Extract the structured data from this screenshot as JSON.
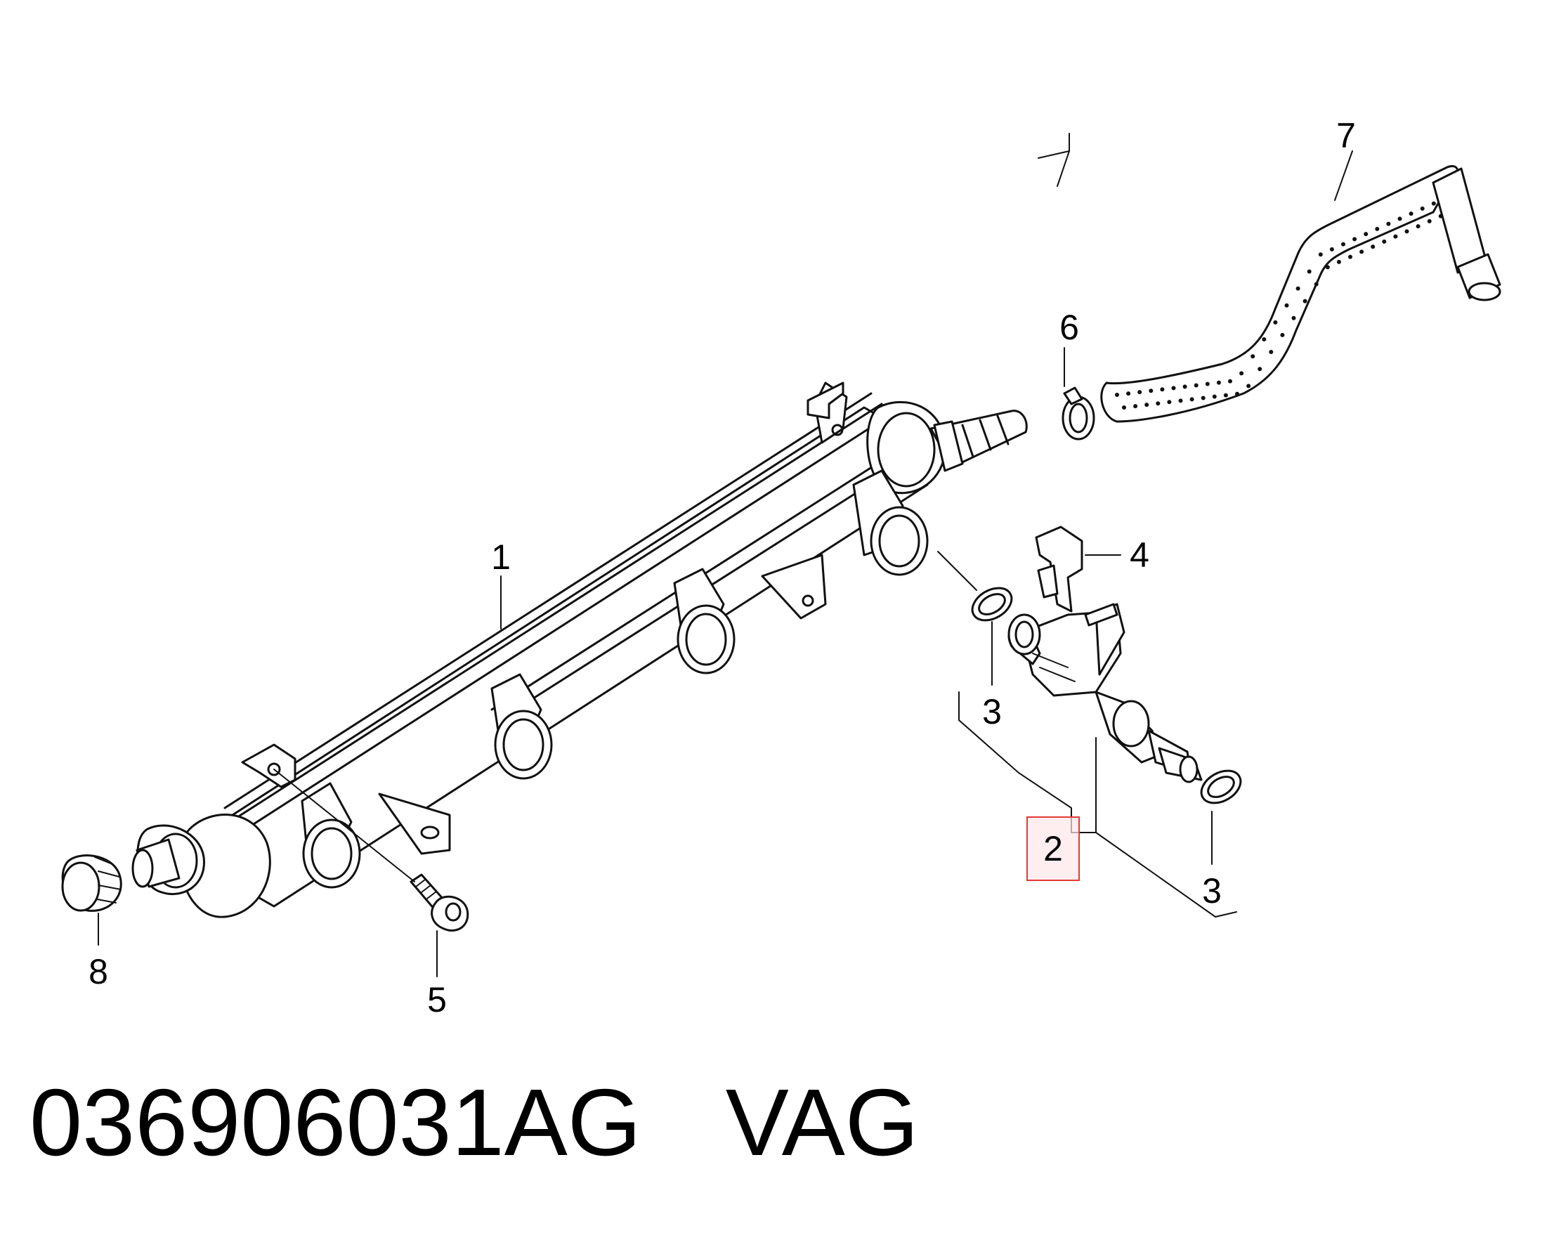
{
  "caption": {
    "part_number": "036906031AG",
    "brand": "VAG"
  },
  "callouts": {
    "c1": "1",
    "c2": "2",
    "c3a": "3",
    "c3b": "3",
    "c4": "4",
    "c5": "5",
    "c6": "6",
    "c7": "7",
    "c8": "8"
  },
  "highlight": {
    "callout": "2",
    "color": "#e53935",
    "fill": "#fde7ea"
  }
}
